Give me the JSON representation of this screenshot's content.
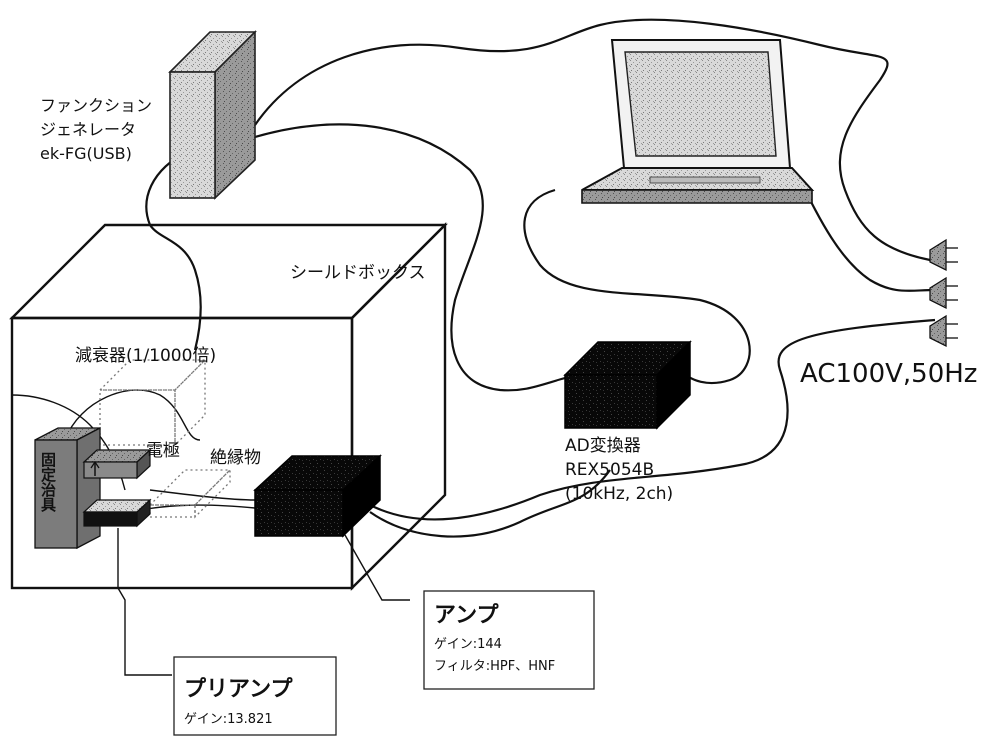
{
  "labels": {
    "function_generator": [
      "ファンクション",
      "ジェネレータ",
      "ek-FG(USB)"
    ],
    "shield_box": "シールドボックス",
    "attenuator": "減衰器(1/1000倍)",
    "electrode": "電極",
    "insulator": "絶縁物",
    "fixture": "固定治具",
    "ad_converter": [
      "AD変換器",
      "REX5054B",
      "(10kHz, 2ch)"
    ],
    "power": "AC100V,50Hz"
  },
  "amp_box": {
    "title": "アンプ",
    "gain": "ゲイン:144",
    "filter": "フィルタ:HPF、HNF"
  },
  "preamp_box": {
    "title": "プリアンプ",
    "gain": "ゲイン:13.821"
  }
}
